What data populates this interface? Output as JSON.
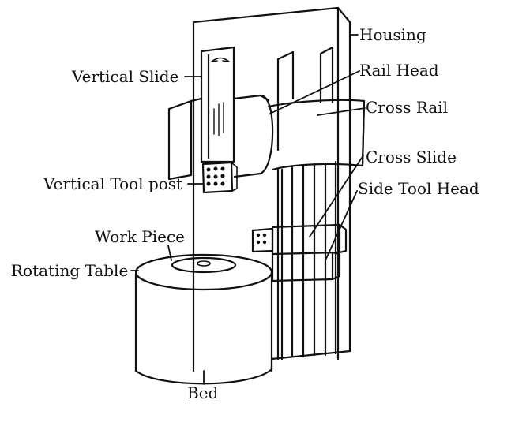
{
  "diagram": {
    "labels": {
      "housing": "Housing",
      "rail_head": "Rail Head",
      "vertical_slide": "Vertical Slide",
      "cross_rail": "Cross Rail",
      "cross_slide": "Cross Slide",
      "vertical_tool_post": "Vertical Tool post",
      "side_tool_head": "Side Tool Head",
      "work_piece": "Work Piece",
      "rotating_table": "Rotating Table",
      "bed": "Bed"
    }
  }
}
